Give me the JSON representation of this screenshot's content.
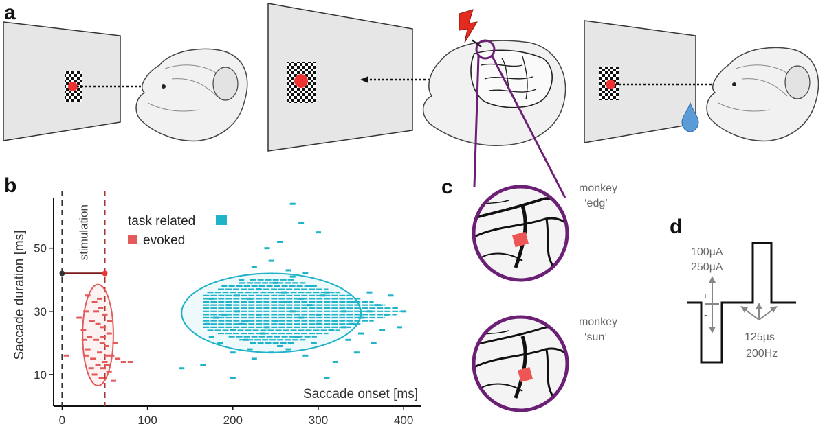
{
  "panels": {
    "a": "a",
    "b": "b",
    "c": "c",
    "d": "d"
  },
  "panel_c": {
    "monkey1": {
      "line1": "monkey",
      "line2": "‘edg’"
    },
    "monkey2": {
      "line1": "monkey",
      "line2": "‘sun’"
    }
  },
  "panel_d": {
    "current1": "100µA",
    "current2": "250µA",
    "plus": "+",
    "minus": "-",
    "pulse_width": "125µs",
    "frequency": "200Hz"
  },
  "chart_data": {
    "type": "scatter",
    "xlabel": "Saccade onset [ms]",
    "ylabel": "Saccade duration [ms]",
    "xlim": [
      -10,
      420
    ],
    "ylim": [
      0,
      66
    ],
    "xticks": [
      0,
      100,
      200,
      300,
      400
    ],
    "yticks": [
      10,
      30,
      50
    ],
    "grid": false,
    "legend_position": "top-center",
    "stimulation_label": "stimulation",
    "stimulation_window": [
      0,
      50
    ],
    "series": [
      {
        "name": "task related",
        "color": "#1fb3c9",
        "ellipse": {
          "cx": 245,
          "cy": 29.5,
          "rx": 105,
          "ry": 12.5
        },
        "points": [
          [
            180,
            28
          ],
          [
            195,
            32
          ],
          [
            205,
            30
          ],
          [
            210,
            26
          ],
          [
            220,
            34
          ],
          [
            230,
            29
          ],
          [
            240,
            31
          ],
          [
            250,
            27
          ],
          [
            260,
            33
          ],
          [
            270,
            30
          ],
          [
            280,
            28
          ],
          [
            290,
            32
          ],
          [
            300,
            29
          ],
          [
            310,
            31
          ],
          [
            320,
            27
          ],
          [
            330,
            30
          ],
          [
            340,
            33
          ],
          [
            350,
            28
          ],
          [
            360,
            30
          ],
          [
            370,
            32
          ],
          [
            380,
            29
          ],
          [
            390,
            31
          ],
          [
            400,
            30
          ],
          [
            175,
            22
          ],
          [
            185,
            20
          ],
          [
            200,
            24
          ],
          [
            215,
            21
          ],
          [
            235,
            23
          ],
          [
            255,
            19
          ],
          [
            275,
            22
          ],
          [
            295,
            20
          ],
          [
            315,
            24
          ],
          [
            335,
            21
          ],
          [
            350,
            23
          ],
          [
            190,
            38
          ],
          [
            210,
            40
          ],
          [
            230,
            37
          ],
          [
            250,
            39
          ],
          [
            270,
            41
          ],
          [
            290,
            38
          ],
          [
            310,
            36
          ],
          [
            225,
            44
          ],
          [
            245,
            46
          ],
          [
            265,
            43
          ],
          [
            285,
            42
          ],
          [
            255,
            52
          ],
          [
            240,
            50
          ],
          [
            300,
            55
          ],
          [
            280,
            58
          ],
          [
            270,
            64
          ],
          [
            140,
            12
          ],
          [
            165,
            13
          ],
          [
            200,
            9
          ],
          [
            320,
            14
          ],
          [
            310,
            9
          ],
          [
            345,
            17
          ],
          [
            330,
            25
          ],
          [
            305,
            35
          ],
          [
            200,
            17
          ],
          [
            225,
            15
          ],
          [
            245,
            17
          ],
          [
            265,
            18
          ],
          [
            285,
            16
          ],
          [
            170,
            26
          ],
          [
            175,
            34
          ],
          [
            360,
            36
          ],
          [
            385,
            35
          ],
          [
            395,
            25
          ],
          [
            375,
            24
          ],
          [
            365,
            20
          ],
          [
            260,
            36
          ],
          [
            240,
            25
          ],
          [
            220,
            18
          ],
          [
            280,
            34
          ],
          [
            300,
            26
          ],
          [
            320,
            33
          ],
          [
            340,
            26
          ],
          [
            190,
            29
          ],
          [
            205,
            35
          ],
          [
            215,
            27
          ]
        ]
      },
      {
        "name": "evoked",
        "color": "#e45a5a",
        "ellipse": {
          "cx": 42,
          "cy": 22.5,
          "rx": 18,
          "ry": 16,
          "angle": 0
        },
        "points": [
          [
            30,
            35
          ],
          [
            38,
            33
          ],
          [
            45,
            31
          ],
          [
            28,
            30
          ],
          [
            50,
            29
          ],
          [
            35,
            27
          ],
          [
            42,
            26
          ],
          [
            48,
            25
          ],
          [
            25,
            24
          ],
          [
            55,
            23
          ],
          [
            32,
            22
          ],
          [
            40,
            21
          ],
          [
            47,
            20
          ],
          [
            52,
            19
          ],
          [
            30,
            18
          ],
          [
            44,
            17
          ],
          [
            58,
            16
          ],
          [
            36,
            15
          ],
          [
            50,
            14
          ],
          [
            42,
            13
          ],
          [
            48,
            12
          ],
          [
            55,
            11
          ],
          [
            38,
            10
          ],
          [
            46,
            9
          ],
          [
            60,
            8
          ],
          [
            52,
            16
          ],
          [
            65,
            15
          ],
          [
            72,
            14
          ],
          [
            80,
            14
          ],
          [
            5,
            16
          ],
          [
            20,
            28
          ],
          [
            26,
            21
          ],
          [
            34,
            12
          ],
          [
            56,
            27
          ],
          [
            44,
            34
          ],
          [
            62,
            20
          ],
          [
            40,
            30
          ],
          [
            53,
            13
          ],
          [
            28,
            16
          ],
          [
            48,
            22
          ]
        ]
      }
    ]
  }
}
